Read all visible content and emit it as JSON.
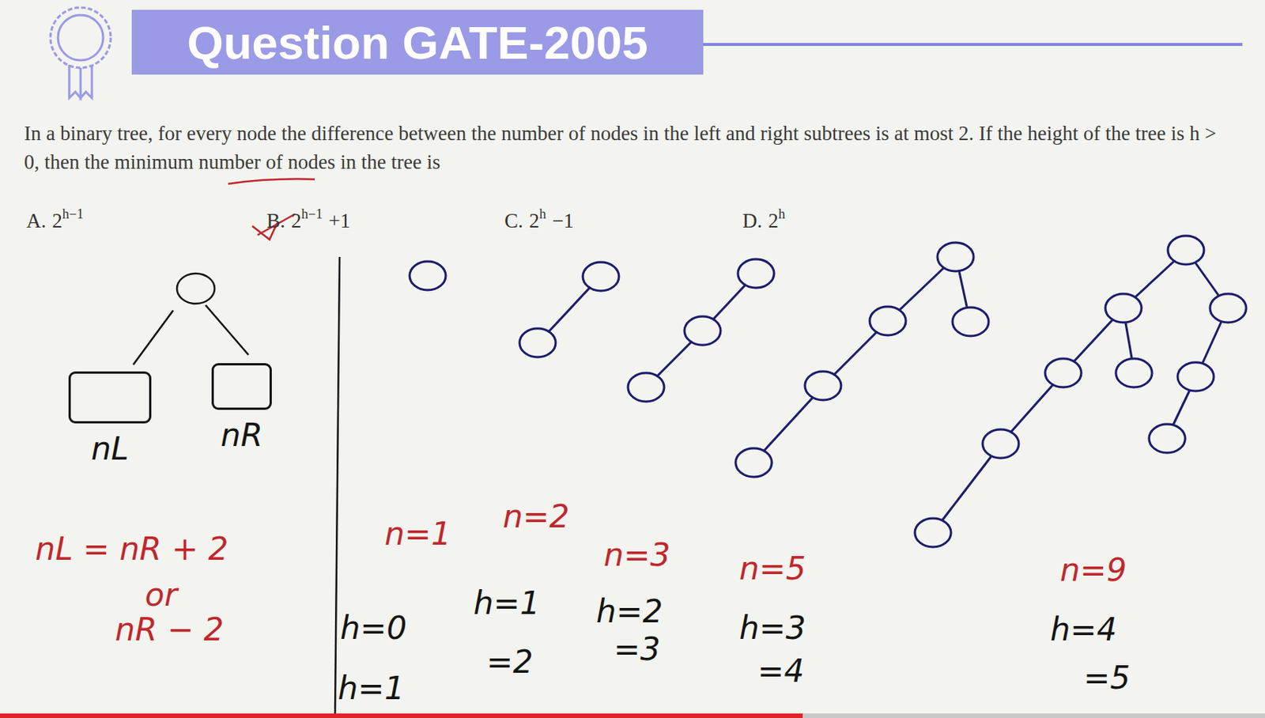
{
  "diagram": {
    "title": "Question GATE-2005",
    "nodes": [
      {
        "text": [
          "nL"
        ]
      },
      {
        "text": [
          "nR"
        ]
      }
    ],
    "labels": [
      "In a binary tree, for every node the difference between the number of nodes in the left and right subtrees is at most 2. If the height of the tree is h > 0, then the minimum number of nodes in the tree is",
      "A.",
      "2",
      "h−1",
      "B.",
      "2",
      "h−1",
      "+1",
      "C.",
      "2",
      "h",
      "−1",
      "D.",
      "2",
      "h",
      "nL = nR + 2",
      "or",
      "nR − 2",
      "n=1",
      "n=2",
      "n=3",
      "n=5",
      "n=9",
      "h=0",
      "h=1",
      "h=1",
      "=2",
      "h=2",
      "=3",
      "h=3",
      "=4",
      "h=4",
      "=5"
    ]
  }
}
